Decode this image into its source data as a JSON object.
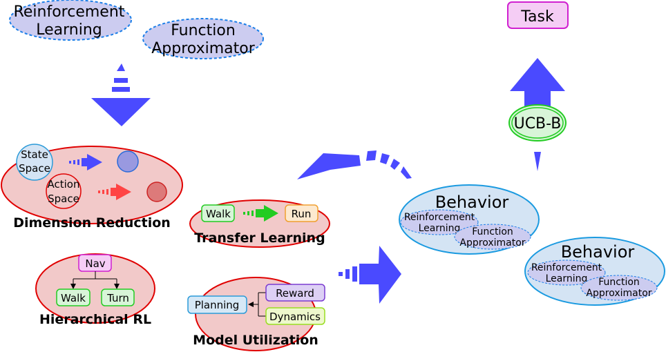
{
  "inputs": {
    "reinforcement_learning": [
      "Reinforcement",
      "Learning"
    ],
    "function_approximator": [
      "Function",
      "Approximator"
    ]
  },
  "task": {
    "label": "Task"
  },
  "ucb": {
    "label": "UCB-B"
  },
  "dimension_reduction": {
    "title": "Dimension Reduction",
    "state_space": [
      "State",
      "Space"
    ],
    "action_space": [
      "Action",
      "Space"
    ]
  },
  "transfer_learning": {
    "title": "Transfer Learning",
    "from": "Walk",
    "to": "Run"
  },
  "hierarchical_rl": {
    "title": "Hierarchical RL",
    "root": "Nav",
    "children": [
      "Walk",
      "Turn"
    ]
  },
  "model_utilization": {
    "title": "Model Utilization",
    "planning": "Planning",
    "reward": "Reward",
    "dynamics": "Dynamics"
  },
  "behaviors": [
    {
      "title": "Behavior",
      "rl": [
        "Reinforcement",
        "Learning"
      ],
      "fa": [
        "Function",
        "Approximator"
      ]
    },
    {
      "title": "Behavior",
      "rl": [
        "Reinforcement",
        "Learning"
      ],
      "fa": [
        "Function",
        "Approximator"
      ]
    }
  ],
  "colors": {
    "arrow": "#4a4aff",
    "red_ellipse_fill": "#f2c9c9",
    "red_ellipse_stroke": "#e00000",
    "lavender_fill": "#ccccf0",
    "dashed_stroke": "#1a7ee8",
    "behavior_fill": "#d4e4f4",
    "behavior_stroke": "#1a9ae0",
    "green_fill": "#d8f5d8",
    "green_stroke": "#22cc22",
    "orange_fill": "#fde9cf",
    "orange_stroke": "#f0a030",
    "magenta_fill": "#f5cdf5",
    "magenta_stroke": "#d020d0",
    "purple_fill": "#ddd0f5",
    "purple_stroke": "#7a3ad0",
    "lime_fill": "#eef8cc",
    "lime_stroke": "#99dd22",
    "blue_box_fill": "#d6e8f6",
    "blue_box_stroke": "#2a9ad8"
  }
}
